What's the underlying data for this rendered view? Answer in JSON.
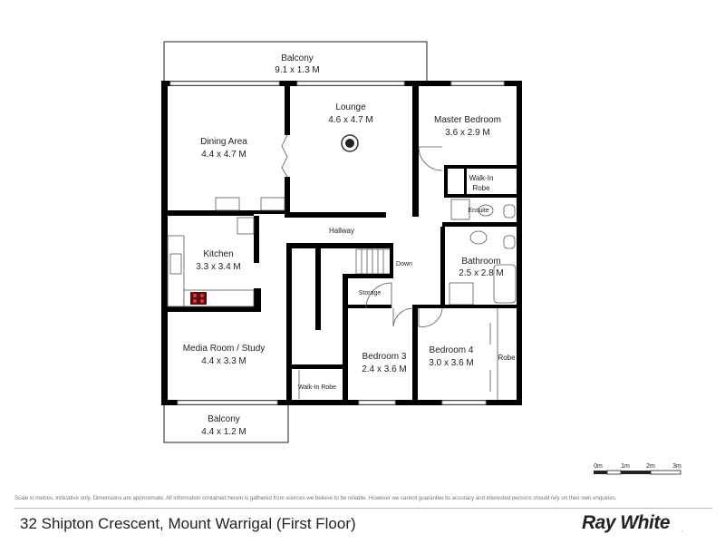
{
  "rooms": {
    "balcony_top": {
      "name": "Balcony",
      "dims": "9.1 x 1.3 M"
    },
    "lounge": {
      "name": "Lounge",
      "dims": "4.6 x 4.7 M"
    },
    "master": {
      "name": "Master Bedroom",
      "dims": "3.6 x 2.9 M"
    },
    "dining": {
      "name": "Dining Area",
      "dims": "4.4 x 4.7 M"
    },
    "walkin_robe": {
      "name_1": "Walk-In",
      "name_2": "Robe"
    },
    "ensuite": {
      "name": "Ensuite"
    },
    "hallway": {
      "name": "Hallway"
    },
    "kitchen": {
      "name": "Kitchen",
      "dims": "3.3 x 3.4 M"
    },
    "bathroom": {
      "name": "Bathroom",
      "dims": "2.5 x 2.8 M"
    },
    "storage": {
      "name": "Storage"
    },
    "stairs": {
      "label": "Down"
    },
    "media": {
      "name": "Media Room / Study",
      "dims": "4.4 x 3.3 M"
    },
    "bed3": {
      "name": "Bedroom 3",
      "dims": "2.4 x 3.6 M"
    },
    "bed4": {
      "name": "Bedroom 4",
      "dims": "3.0 x 3.6 M"
    },
    "robe": {
      "name": "Robe"
    },
    "walkin_robe_2": {
      "name": "Walk-In Robe"
    },
    "balcony_bottom": {
      "name": "Balcony",
      "dims": "4.4 x 1.2 M"
    }
  },
  "scale_bar": {
    "ticks": [
      "0m",
      "1m",
      "2m",
      "3m"
    ]
  },
  "footer": {
    "disclaimer": "Scale in metres. Indicative only. Dimensions are approximate. All information contained herein is gathered from sources we believe to be reliable. However we cannot guarantee its accuracy and interested persons should rely on their own enquiries.",
    "address": "32 Shipton Crescent, Mount Warrigal (First Floor)",
    "brand": "Ray White",
    "brand_dot": "."
  }
}
